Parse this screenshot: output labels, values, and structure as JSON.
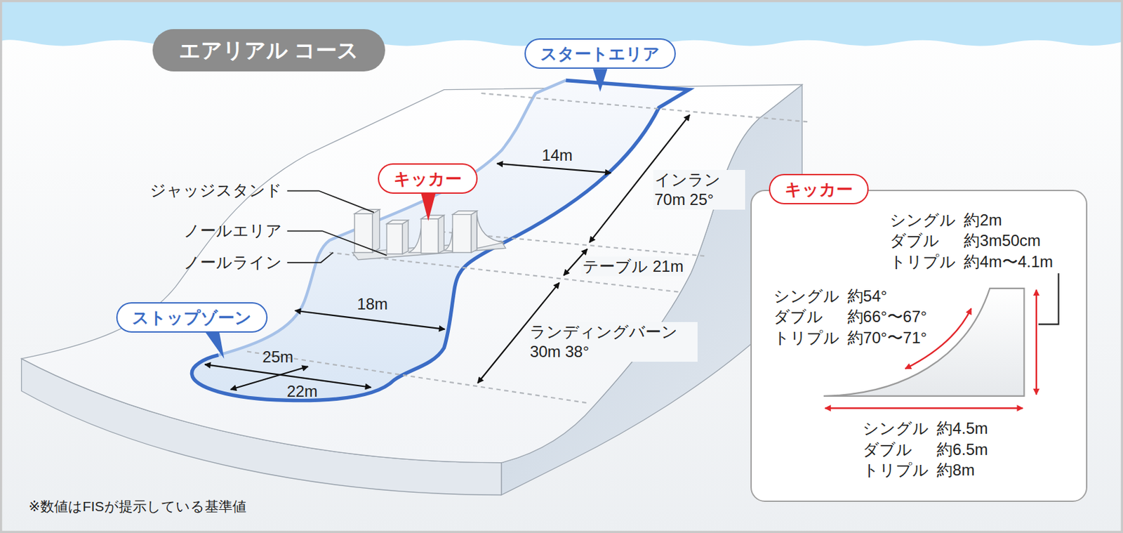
{
  "diagram": {
    "title": "エアリアル コース",
    "nodes": [
      {
        "text": [
          "スタートエリア"
        ]
      },
      {
        "text": [
          "キッカー"
        ]
      },
      {
        "text": [
          "ストップゾーン"
        ]
      },
      {
        "text": [
          "キッカー"
        ]
      }
    ],
    "labels": [
      "ジャッジスタンド",
      "ノールエリア",
      "ノールライン",
      "14m",
      "インラン 70m 25°",
      "テーブル 21m",
      "18m",
      "ランディングバーン 30m 38°",
      "25m",
      "22m",
      "シングル",
      "約2m",
      "ダブル",
      "約3m50cm",
      "トリプル",
      "約4m〜4.1m",
      "シングル",
      "約54°",
      "ダブル",
      "約66°〜67°",
      "トリプル",
      "約70°〜71°",
      "シングル",
      "約4.5m",
      "ダブル",
      "約6.5m",
      "トリプル",
      "約8m",
      "※数値はFISが提示している基準値"
    ]
  }
}
